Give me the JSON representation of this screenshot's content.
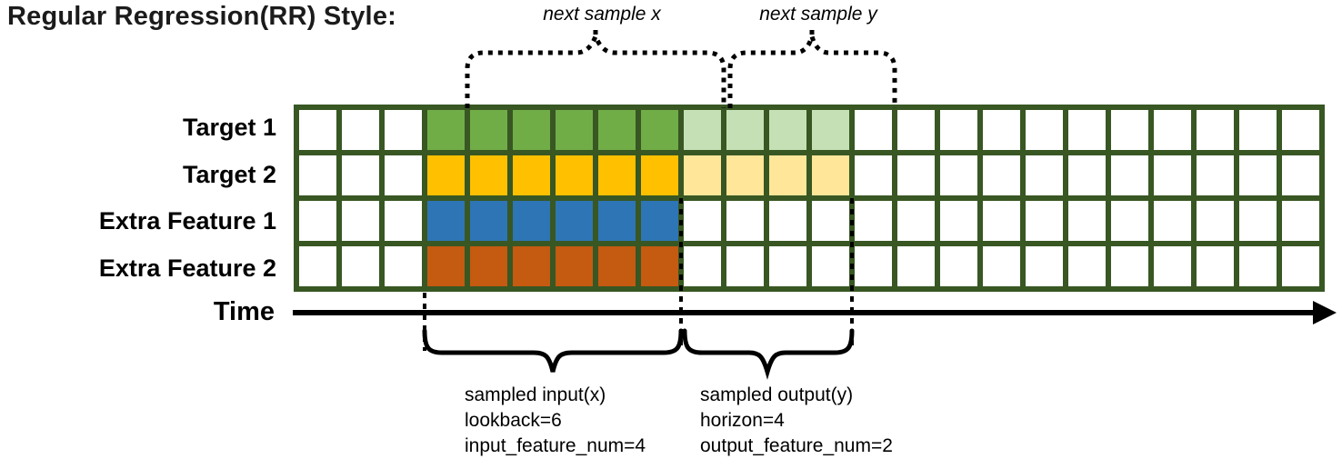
{
  "title": "Regular Regression(RR) Style:",
  "annotations": {
    "next_sample_x": "next sample x",
    "next_sample_y": "next sample y",
    "time_label": "Time",
    "input_label_lines": [
      "sampled input(x)",
      "lookback=6",
      "input_feature_num=4"
    ],
    "output_label_lines": [
      "sampled output(y)",
      "horizon=4",
      "output_feature_num=2"
    ]
  },
  "colors": {
    "grid_border": "#385723",
    "annotation_black": "#000000",
    "target1_input": "#70AD47",
    "target1_output": "#C5E0B4",
    "target2_input": "#FFC000",
    "target2_output": "#FFE699",
    "extra_feature1_input": "#2E75B6",
    "extra_feature2_input": "#C55A11",
    "empty_cell": "#FFFFFF"
  },
  "grid": {
    "num_columns": 24,
    "num_rows": 4,
    "input_start_col": 3,
    "input_num_cols": 6,
    "output_start_col": 9,
    "output_num_cols": 4,
    "rows": [
      {
        "label": "Target 1",
        "input_color": "#70AD47",
        "output_color": "#C5E0B4"
      },
      {
        "label": "Target 2",
        "input_color": "#FFC000",
        "output_color": "#FFE699"
      },
      {
        "label": "Extra Feature 1",
        "input_color": "#2E75B6",
        "output_color": null
      },
      {
        "label": "Extra Feature 2",
        "input_color": "#C55A11",
        "output_color": null
      }
    ]
  },
  "sample_params": {
    "lookback": 6,
    "horizon": 4,
    "input_feature_num": 4,
    "output_feature_num": 2
  }
}
